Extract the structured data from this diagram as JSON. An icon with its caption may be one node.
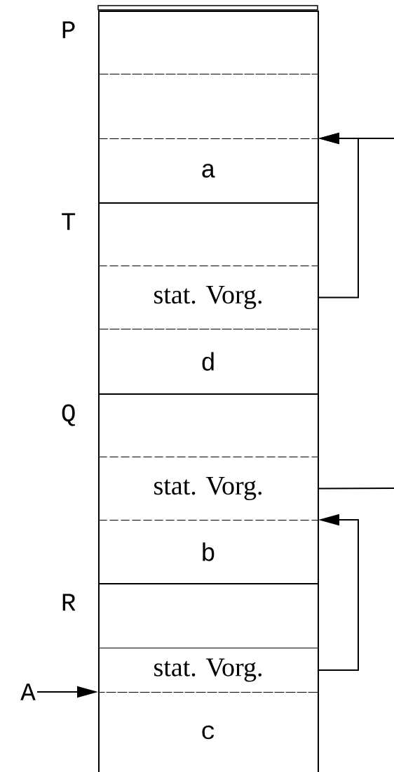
{
  "diagram": {
    "nodes": [
      {
        "text": [
          "P"
        ]
      },
      {
        "text": [],
        "shape": "box",
        "in": 0
      },
      {
        "text": [],
        "shape": "box",
        "in": 0
      },
      {
        "text": [
          "a"
        ],
        "in": 0
      },
      {
        "text": [
          "T"
        ]
      },
      {
        "text": [],
        "shape": "box",
        "in": 4
      },
      {
        "text": [
          "stat. Vorg."
        ],
        "in": 4
      },
      {
        "text": [
          "d"
        ],
        "in": 4
      },
      {
        "text": [
          "Q"
        ]
      },
      {
        "text": [],
        "shape": "box",
        "in": 8
      },
      {
        "text": [
          "stat. Vorg."
        ],
        "in": 8
      },
      {
        "text": [
          "b"
        ],
        "in": 8
      },
      {
        "text": [
          "R"
        ]
      },
      {
        "text": [],
        "shape": "box",
        "in": 12
      },
      {
        "text": [
          "stat. Vorg."
        ],
        "in": 12
      },
      {
        "text": [
          "c"
        ],
        "in": 12
      },
      {
        "text": [
          "A"
        ]
      }
    ],
    "edges": [
      {
        "from": 6,
        "to": 3,
        "arrow": "to"
      },
      {
        "from": null,
        "to": 3,
        "arrow": "to"
      },
      {
        "from": 10,
        "to": null,
        "arrow": "none"
      },
      {
        "from": 14,
        "to": 11,
        "arrow": "to"
      },
      {
        "from": 16,
        "to": 15,
        "arrow": "to"
      }
    ]
  }
}
